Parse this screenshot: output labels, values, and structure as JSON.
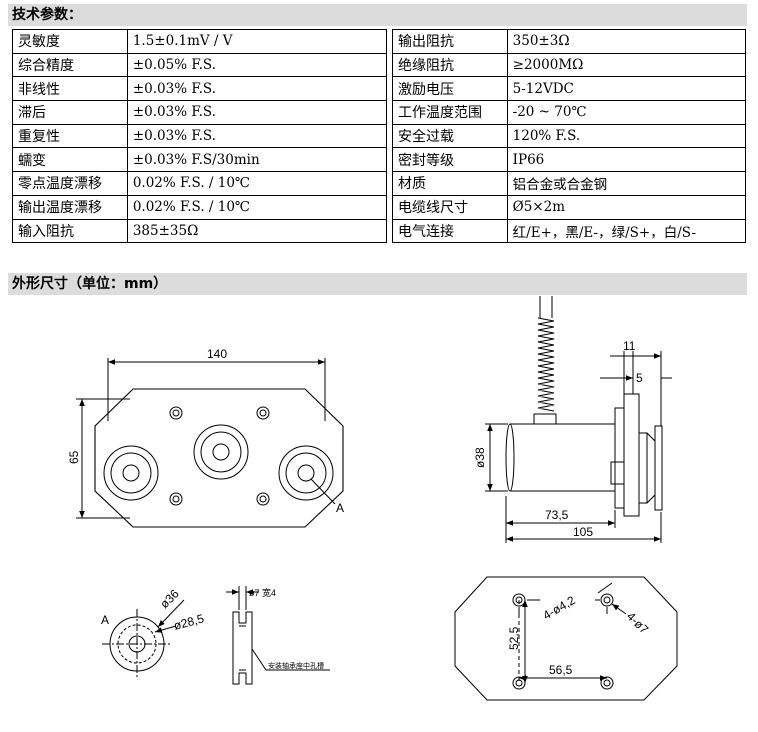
{
  "section1_title": "技术参数：",
  "left_rows": [
    {
      "label": "灵敏度",
      "value": "1.5±0.1mV / V"
    },
    {
      "label": "综合精度",
      "value": "±0.05% F.S."
    },
    {
      "label": "非线性",
      "value": "±0.03% F.S."
    },
    {
      "label": "滞后",
      "value": "±0.03% F.S."
    },
    {
      "label": "重复性",
      "value": "±0.03% F.S."
    },
    {
      "label": "蠕变",
      "value": "±0.03% F.S/30min"
    },
    {
      "label": "零点温度漂移",
      "value": "0.02% F.S. / 10℃"
    },
    {
      "label": "输出温度漂移",
      "value": "0.02% F.S. / 10℃"
    },
    {
      "label": "输入阻抗",
      "value": "385±35Ω"
    }
  ],
  "right_rows": [
    {
      "label": "输出阻抗",
      "value": "350±3Ω"
    },
    {
      "label": "绝缘阻抗",
      "value": "≥2000MΩ"
    },
    {
      "label": "激励电压",
      "value": "5-12VDC"
    },
    {
      "label": "工作温度范围",
      "value": "-20 ~ 70℃"
    },
    {
      "label": "安全过载",
      "value": "120% F.S."
    },
    {
      "label": "密封等级",
      "value": "IP66"
    },
    {
      "label": "材质",
      "value": "铝合金或合金钢"
    },
    {
      "label": "电缆线尺寸",
      "value": "Ø5×2m"
    },
    {
      "label": "电气连接",
      "value": "红/E+，黑/E-，绿/S+，白/S-"
    }
  ],
  "section2_title": "外形尺寸（单位：mm）",
  "dims": {
    "length": "140",
    "height": "65",
    "detail_mark": "A",
    "side_width_11": "11",
    "side_width_5": "5",
    "diameter_38": "ø38",
    "length_73_5": "73,5",
    "length_105": "105",
    "detail_label": "A",
    "dia_36": "ø36",
    "dia_28_5": "ø28,5",
    "slot_width": "ø7 宽4",
    "note": "安装轴承座中孔槽",
    "holes_42": "4-ø4,2",
    "holes_7": "4-ø7",
    "pitch_52_5": "52,5",
    "pitch_56_5": "56,5"
  }
}
